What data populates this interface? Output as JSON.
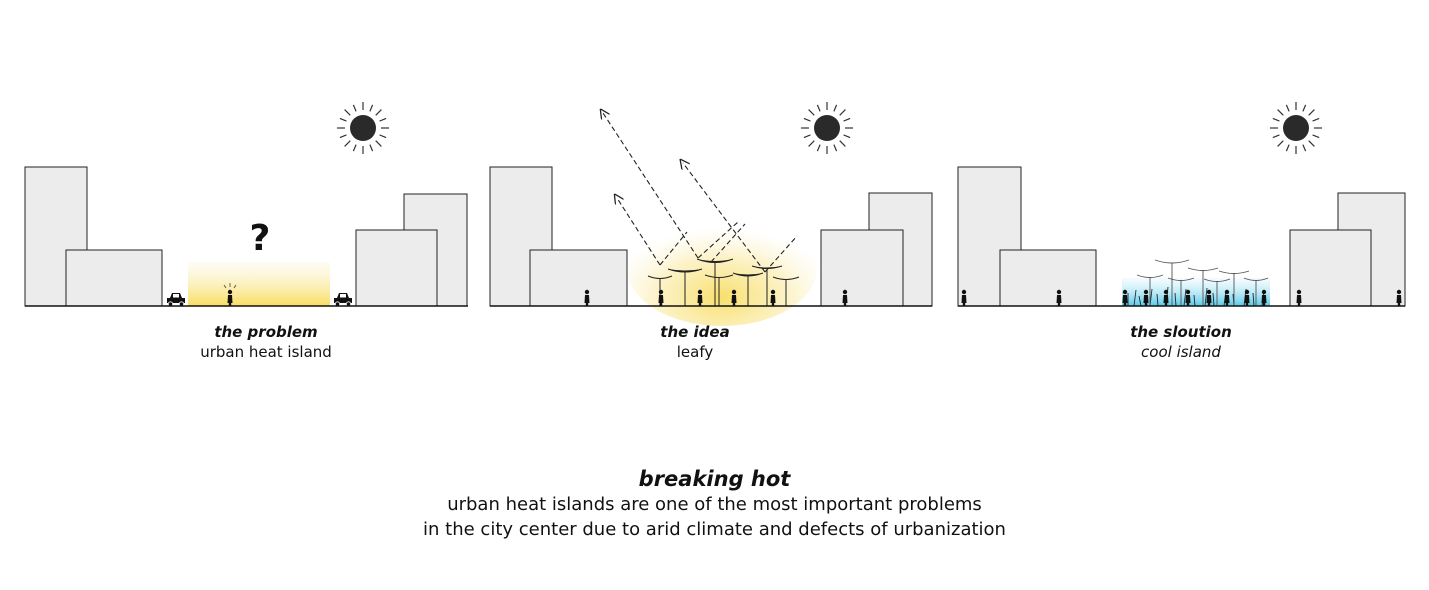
{
  "panels": [
    {
      "title": "the problem",
      "subtitle": "urban heat island",
      "mark": "?"
    },
    {
      "title": "the idea",
      "subtitle": "leafy"
    },
    {
      "title": "the sloution",
      "subtitle": "cool island"
    }
  ],
  "footer": {
    "title": "breaking hot",
    "line1": "urban heat islands are one of the most important problems",
    "line2": "in the city center due to arid climate and defects of urbanization"
  },
  "icons": [
    "sun-icon",
    "car-icon",
    "person-icon",
    "canopy-icon",
    "reflection-arrow-icon"
  ],
  "colors": {
    "heat": "#f3d23a",
    "cool": "#4fc8e6",
    "building": "#ececec",
    "ink": "#111111"
  }
}
